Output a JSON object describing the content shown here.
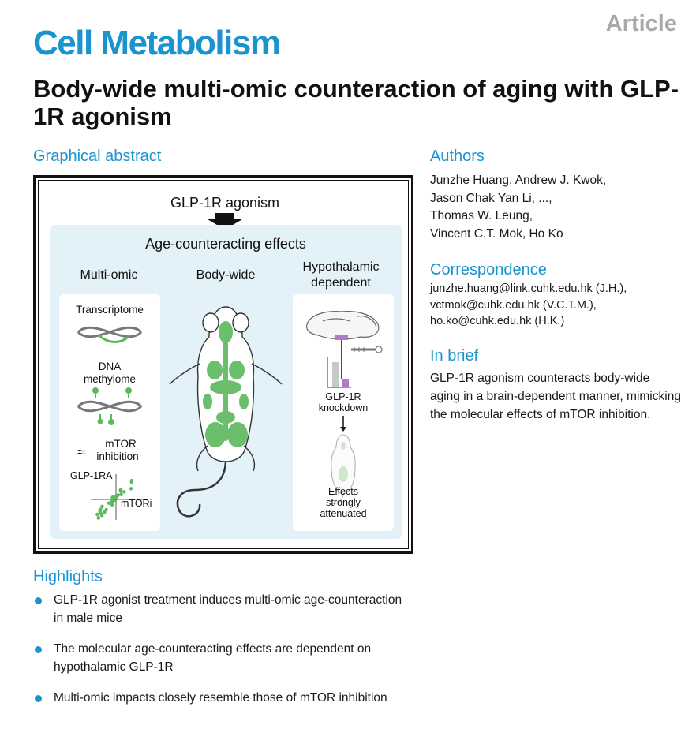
{
  "header": {
    "article_label": "Article",
    "journal": "Cell Metabolism",
    "title": "Body-wide multi-omic counteraction of aging with GLP-1R agonism"
  },
  "graphical_abstract": {
    "heading": "Graphical abstract",
    "top_label": "GLP-1R agonism",
    "effects_label": "Age-counteracting effects",
    "columns": {
      "multi_omic": "Multi-omic",
      "body_wide": "Body-wide",
      "hypothalamic_line1": "Hypothalamic",
      "hypothalamic_line2": "dependent"
    },
    "multi_omic_panel": {
      "transcriptome": "Transcriptome",
      "dna_line1": "DNA",
      "dna_line2": "methylome",
      "approx": "≈",
      "mtor_line1": "mTOR",
      "mtor_line2": "inhibition",
      "y_axis": "GLP-1RA",
      "x_axis": "mTORi"
    },
    "hypothalamic_panel": {
      "knockdown_line1": "GLP-1R",
      "knockdown_line2": "knockdown",
      "effects_line1": "Effects",
      "effects_line2": "strongly",
      "effects_line3": "attenuated"
    },
    "colors": {
      "panel_bg": "#e3f1f8",
      "green": "#5cb85c",
      "purple": "#b07cc6",
      "gray": "#c8c8c8"
    }
  },
  "authors": {
    "heading": "Authors",
    "lines": [
      "Junzhe Huang, Andrew J. Kwok,",
      "Jason Chak Yan Li, ...,",
      "Thomas W. Leung,",
      "Vincent C.T. Mok, Ho Ko"
    ]
  },
  "correspondence": {
    "heading": "Correspondence",
    "lines": [
      "junzhe.huang@link.cuhk.edu.hk (J.H.),",
      "vctmok@cuhk.edu.hk (V.C.T.M.),",
      "ho.ko@cuhk.edu.hk (H.K.)"
    ]
  },
  "in_brief": {
    "heading": "In brief",
    "text": "GLP-1R agonism counteracts body-wide aging in a brain-dependent manner, mimicking the molecular effects of mTOR inhibition."
  },
  "highlights": {
    "heading": "Highlights",
    "items": [
      "GLP-1R agonist treatment induces multi-omic age-counteraction in male mice",
      "The molecular age-counteracting effects are dependent on hypothalamic GLP-1R",
      "Multi-omic impacts closely resemble those of mTOR inhibition"
    ]
  }
}
